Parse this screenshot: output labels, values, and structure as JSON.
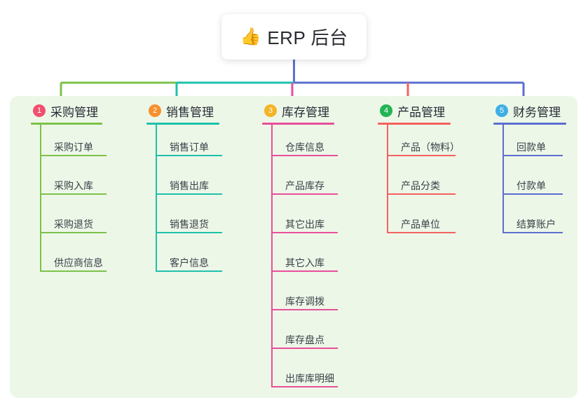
{
  "root": {
    "icon": "thumbs-up-emoji",
    "emoji": "👍",
    "title": "ERP 后台"
  },
  "palette": {
    "panel_background": "#edf7e8",
    "page_background": "#ffffff",
    "root_text": "#2b2b33",
    "branch_colors": [
      "#7cc24a",
      "#1dc1ab",
      "#e84f9a",
      "#f4615f",
      "#5b6fd0"
    ],
    "badge_colors": [
      "#f0506e",
      "#f7902c",
      "#f5b423",
      "#22b455",
      "#3fafe3"
    ],
    "trunk_color": "#5b6fd0"
  },
  "branches": [
    {
      "index": "1",
      "title": "采购管理",
      "line_color": "#7cc24a",
      "badge_color": "#f0506e",
      "items": [
        {
          "label": "采购订单"
        },
        {
          "label": "采购入库"
        },
        {
          "label": "采购退货"
        },
        {
          "label": "供应商信息"
        }
      ]
    },
    {
      "index": "2",
      "title": "销售管理",
      "line_color": "#1dc1ab",
      "badge_color": "#f7902c",
      "items": [
        {
          "label": "销售订单"
        },
        {
          "label": "销售出库"
        },
        {
          "label": "销售退货"
        },
        {
          "label": "客户信息"
        }
      ]
    },
    {
      "index": "3",
      "title": "库存管理",
      "line_color": "#e84f9a",
      "badge_color": "#f5b423",
      "items": [
        {
          "label": "仓库信息"
        },
        {
          "label": "产品库存"
        },
        {
          "label": "其它出库"
        },
        {
          "label": "其它入库"
        },
        {
          "label": "库存调拨"
        },
        {
          "label": "库存盘点"
        },
        {
          "label": "出库库明细"
        }
      ]
    },
    {
      "index": "4",
      "title": "产品管理",
      "line_color": "#f4615f",
      "badge_color": "#22b455",
      "items": [
        {
          "label": "产品（物料）"
        },
        {
          "label": "产品分类"
        },
        {
          "label": "产品单位"
        }
      ]
    },
    {
      "index": "5",
      "title": "财务管理",
      "line_color": "#5b6fd0",
      "badge_color": "#3fafe3",
      "items": [
        {
          "label": "回款单"
        },
        {
          "label": "付款单"
        },
        {
          "label": "结算账户"
        }
      ]
    }
  ]
}
